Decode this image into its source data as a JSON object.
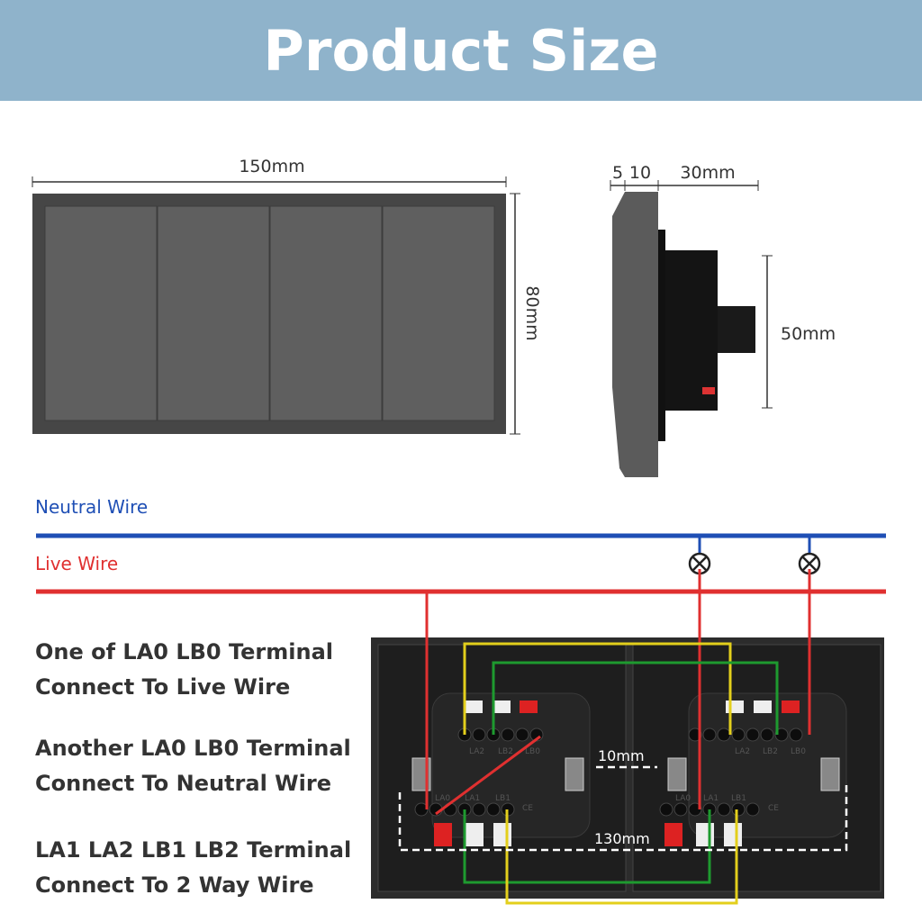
{
  "title": "Product Size",
  "dimensions": {
    "width": "150mm",
    "height": "80mm",
    "plate_depth_a": "5",
    "plate_depth_b": "10",
    "body_depth": "30mm",
    "body_height": "50mm",
    "gap": "10mm",
    "center_distance": "130mm"
  },
  "wires": {
    "neutral": {
      "label": "Neutral Wire",
      "color": "#1f4fb5"
    },
    "live": {
      "label": "Live Wire",
      "color": "#e03030"
    }
  },
  "notes": [
    {
      "line1": "One of LA0 LB0 Terminal",
      "line2": "Connect To Live Wire"
    },
    {
      "line1": "Another LA0 LB0 Terminal",
      "line2": "Connect To Neutral Wire"
    },
    {
      "line1": "LA1 LA2 LB1 LB2 Terminal",
      "line2": "Connect To 2 Way Wire"
    }
  ],
  "terminals": {
    "la2": "LA2",
    "lb2": "LB2",
    "lb0": "LB0",
    "la0": "LA0",
    "la1": "LA1",
    "lb1": "LB1",
    "ce": "CE"
  }
}
